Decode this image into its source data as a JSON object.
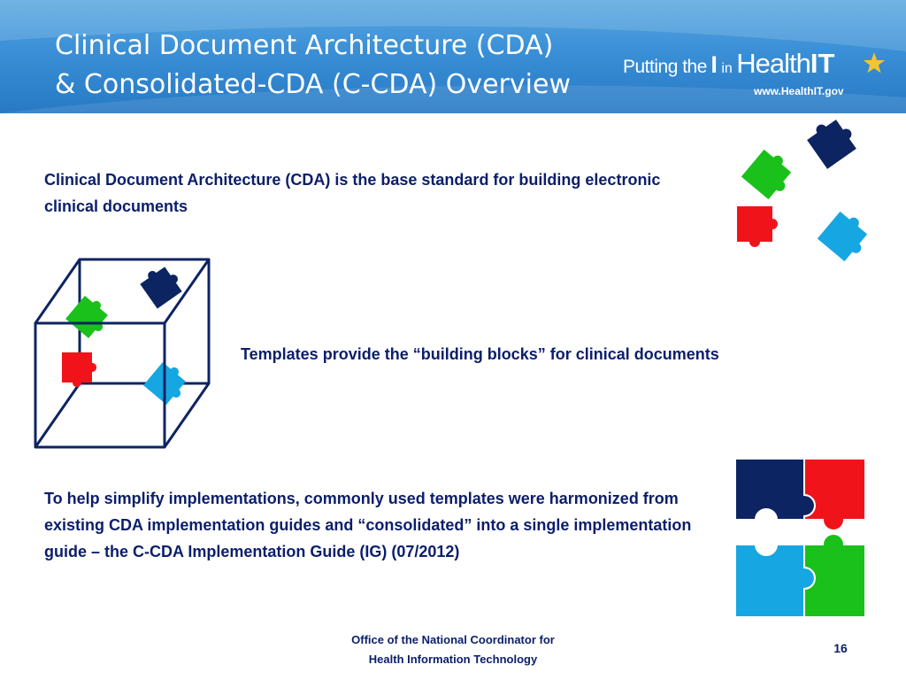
{
  "header": {
    "title_line1": "Clinical Document Architecture (CDA)",
    "title_line2": "& Consolidated-CDA (C-CDA) Overview"
  },
  "logo": {
    "putting_the": "Putting the",
    "letter_i": "I",
    "in": "in",
    "health": "Health",
    "it": "IT",
    "url": "www.HealthIT.gov"
  },
  "content": {
    "cda_statement": "Clinical Document Architecture (CDA) is the base standard for building electronic clinical documents",
    "templates_statement": "Templates provide the “building blocks” for clinical documents",
    "ccda_statement": "To help simplify implementations, commonly used templates were harmonized from existing CDA implementation guides and “consolidated” into a single implementation guide – the C-CDA Implementation Guide (IG) (07/2012)"
  },
  "footer": {
    "org_line1": "Office of the National Coordinator for",
    "org_line2": "Health Information Technology",
    "page_number": "16"
  },
  "colors": {
    "navy": "#0b1e6b",
    "puzzle_navy": "#0d2462",
    "puzzle_green": "#19c11a",
    "puzzle_red": "#f0141a",
    "puzzle_blue": "#16a6e2",
    "star_gold": "#f4c430"
  }
}
